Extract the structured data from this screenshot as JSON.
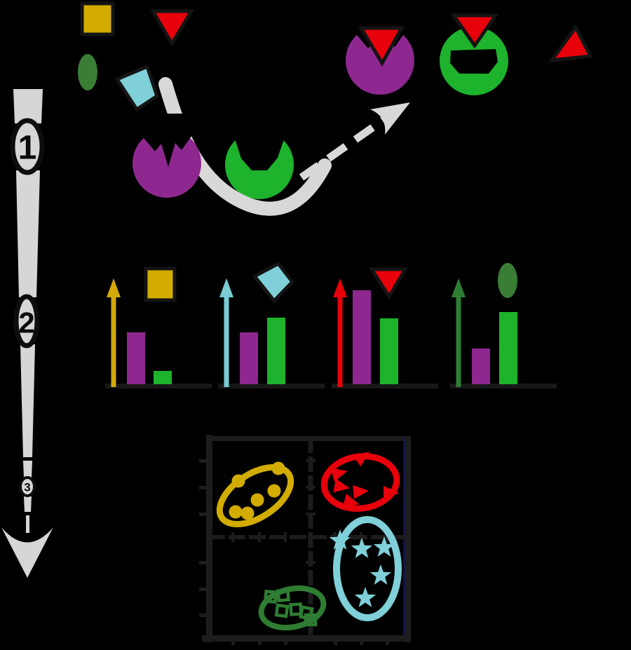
{
  "figure": {
    "background": "#000000"
  },
  "palette": {
    "yellow": "#d2ac00",
    "red": "#e8000b",
    "dark_green": "#3a7d35",
    "bright_green": "#1db32c",
    "purple": "#8e2890",
    "cyan": "#7fd0d8",
    "gray_arrow": "#d6d6d6",
    "outline": "#141414",
    "axis": "#1d1d1d",
    "navy_edge": "#12124d"
  },
  "steps": [
    {
      "label": "1"
    },
    {
      "label": "2"
    },
    {
      "label": "3"
    }
  ],
  "analytes": [
    {
      "name": "square-analyte",
      "color": "#d2ac00"
    },
    {
      "name": "triangle-analyte",
      "color": "#e8000b"
    },
    {
      "name": "ellipse-analyte",
      "color": "#3a7d35"
    },
    {
      "name": "diamond-analyte",
      "color": "#7fd0d8"
    }
  ],
  "receptors": [
    {
      "name": "star-notch-receptor",
      "color": "#8e2890"
    },
    {
      "name": "hex-notch-receptor",
      "color": "#1db32c"
    }
  ],
  "bar_chart": {
    "type": "bar",
    "series_colors": {
      "purple-receptor": "#8e2890",
      "green-receptor": "#1db32c"
    },
    "baseline_color": "#181818",
    "groups": [
      {
        "analyte": "square",
        "arrow_color": "#d2a90a",
        "icon_color": "#d2ac00",
        "bars": [
          {
            "series": "purple-receptor",
            "height": 74
          },
          {
            "series": "green-receptor",
            "height": 19
          }
        ]
      },
      {
        "analyte": "diamond",
        "arrow_color": "#79ccd4",
        "icon_color": "#7fd0d8",
        "bars": [
          {
            "series": "purple-receptor",
            "height": 74
          },
          {
            "series": "green-receptor",
            "height": 95
          }
        ]
      },
      {
        "analyte": "triangle",
        "arrow_color": "#e8000b",
        "icon_color": "#e8000b",
        "bars": [
          {
            "series": "purple-receptor",
            "height": 134
          },
          {
            "series": "green-receptor",
            "height": 94
          }
        ]
      },
      {
        "analyte": "ellipse",
        "arrow_color": "#2e7d33",
        "icon_color": "#3a7d35",
        "bars": [
          {
            "series": "purple-receptor",
            "height": 51
          },
          {
            "series": "green-receptor",
            "height": 103
          }
        ]
      }
    ]
  },
  "scatter_plot": {
    "type": "scatter",
    "axis": {
      "left_ticks_y": [
        657,
        695,
        733,
        802,
        840,
        877
      ],
      "bottom_ticks_x": [
        332,
        370,
        407,
        478,
        515,
        552
      ]
    },
    "clusters": [
      {
        "marker": "circle",
        "color": "#d2ac00",
        "ellipse": {
          "cx": 364,
          "cy": 707,
          "rx": 57,
          "ry": 31,
          "rot": -33,
          "sw": 9
        },
        "points": [
          [
            340,
            686
          ],
          [
            367,
            713
          ],
          [
            391,
            700
          ],
          [
            336,
            730
          ],
          [
            353,
            732
          ],
          [
            397,
            668
          ]
        ]
      },
      {
        "marker": "triangle",
        "color": "#e8000b",
        "ellipse": {
          "cx": 514,
          "cy": 688,
          "rx": 52,
          "ry": 37,
          "rot": -8,
          "sw": 9
        },
        "points": [
          [
            483,
            675,
            -15
          ],
          [
            486,
            694,
            10
          ],
          [
            513,
            701,
            -5
          ],
          [
            500,
            716,
            15
          ],
          [
            556,
            703,
            0
          ],
          [
            516,
            652,
            -35
          ]
        ]
      },
      {
        "marker": "star",
        "color": "#7fd0d8",
        "ellipse": {
          "cx": 524,
          "cy": 811,
          "rx": 44,
          "ry": 70,
          "rot": 0,
          "sw": 10
        },
        "points": [
          [
            485,
            771
          ],
          [
            516,
            783
          ],
          [
            548,
            781
          ],
          [
            543,
            821
          ],
          [
            521,
            853
          ]
        ]
      },
      {
        "marker": "square",
        "color": "#2e7d32",
        "ellipse": {
          "cx": 417,
          "cy": 867,
          "rx": 45,
          "ry": 27,
          "rot": -12,
          "sw": 8
        },
        "points": [
          [
            386,
            851,
            5
          ],
          [
            404,
            849,
            -5
          ],
          [
            402,
            871,
            8
          ],
          [
            422,
            869,
            -4
          ],
          [
            437,
            874,
            10
          ],
          [
            443,
            884,
            0
          ]
        ]
      }
    ]
  }
}
